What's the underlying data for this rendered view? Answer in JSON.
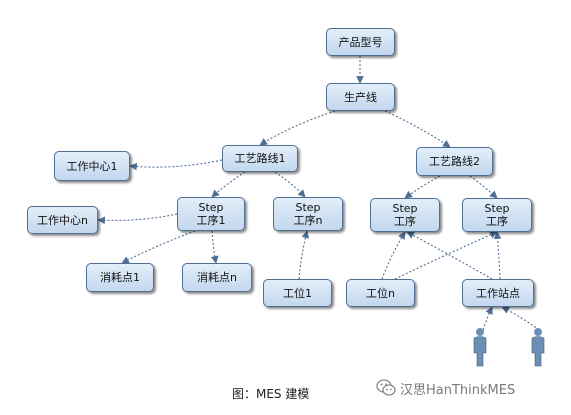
{
  "diagram": {
    "nodes": {
      "product_model": "产品型号",
      "production_line": "生产线",
      "route_1": "工艺路线1",
      "route_2": "工艺路线2",
      "work_center_1": "工作中心1",
      "work_center_n": "工作中心n",
      "step_1": {
        "line1": "Step",
        "line2": "工序1"
      },
      "step_n": {
        "line1": "Step",
        "line2": "工序n"
      },
      "step_a": {
        "line1": "Step",
        "line2": "工序"
      },
      "step_b": {
        "line1": "Step",
        "line2": "工序"
      },
      "consumption_1": "消耗点1",
      "consumption_n": "消耗点n",
      "station_1": "工位1",
      "station_n": "工位n",
      "work_station": "工作站点"
    },
    "edges": [
      [
        "product_model",
        "production_line"
      ],
      [
        "production_line",
        "route_1"
      ],
      [
        "production_line",
        "route_2"
      ],
      [
        "route_1",
        "work_center_1"
      ],
      [
        "route_1",
        "step_1"
      ],
      [
        "route_1",
        "step_n"
      ],
      [
        "route_2",
        "step_a"
      ],
      [
        "route_2",
        "step_b"
      ],
      [
        "step_1",
        "work_center_n"
      ],
      [
        "step_1",
        "consumption_1"
      ],
      [
        "step_1",
        "consumption_n"
      ],
      [
        "station_1",
        "step_n"
      ],
      [
        "station_n",
        "step_a"
      ],
      [
        "station_n",
        "step_b"
      ],
      [
        "work_station",
        "step_a"
      ],
      [
        "work_station",
        "step_b"
      ],
      [
        "operator_1",
        "work_station"
      ],
      [
        "operator_2",
        "work_station"
      ]
    ],
    "colors": {
      "node_fill_top": "#e3eef9",
      "node_fill_bottom": "#c3d7ee",
      "node_border": "#4f6f93",
      "connector": "#4f6f93",
      "operator": "#6d8fb4"
    },
    "icons": [
      "operator-icon",
      "wechat-icon"
    ]
  },
  "caption": "图：MES 建模",
  "watermark": "汉思HanThinkMES"
}
